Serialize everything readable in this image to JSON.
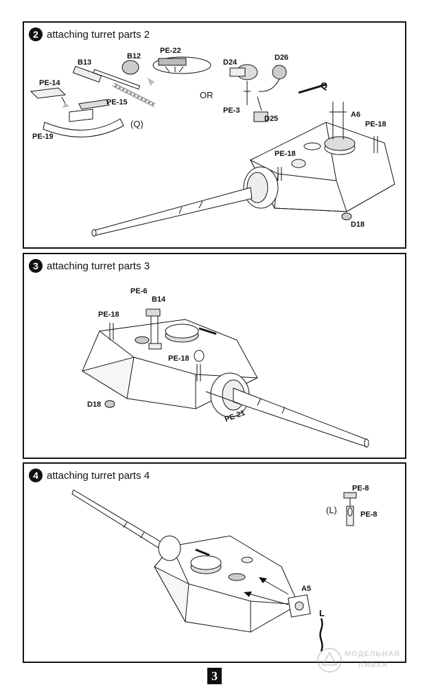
{
  "steps": [
    {
      "number": "2",
      "title": "attaching turret parts 2",
      "labels": {
        "b13": "B13",
        "b12": "B12",
        "pe22": "PE-22",
        "pe14": "PE-14",
        "pe15": "PE-15",
        "pe19": "PE-19",
        "q_paren": "(Q)",
        "or": "OR",
        "d24": "D24",
        "d26": "D26",
        "pe3": "PE-3",
        "d25": "D25",
        "q": "Q",
        "a6": "A6",
        "pe18a": "PE-18",
        "pe18b": "PE-18",
        "d18": "D18"
      }
    },
    {
      "number": "3",
      "title": "attaching turret parts 3",
      "labels": {
        "pe6": "PE-6",
        "b14": "B14",
        "pe18a": "PE-18",
        "pe18b": "PE-18",
        "d18": "D18",
        "pe21": "PE-21"
      }
    },
    {
      "number": "4",
      "title": "attaching turret parts 4",
      "labels": {
        "pe8a": "PE-8",
        "pe8b": "PE-8",
        "l_paren": "(L)",
        "a5": "A5",
        "l": "L"
      }
    }
  ],
  "page_number": "3",
  "watermark": {
    "line1": "МОДЕЛЬНАЯ",
    "line2": "ЛАВКА"
  }
}
